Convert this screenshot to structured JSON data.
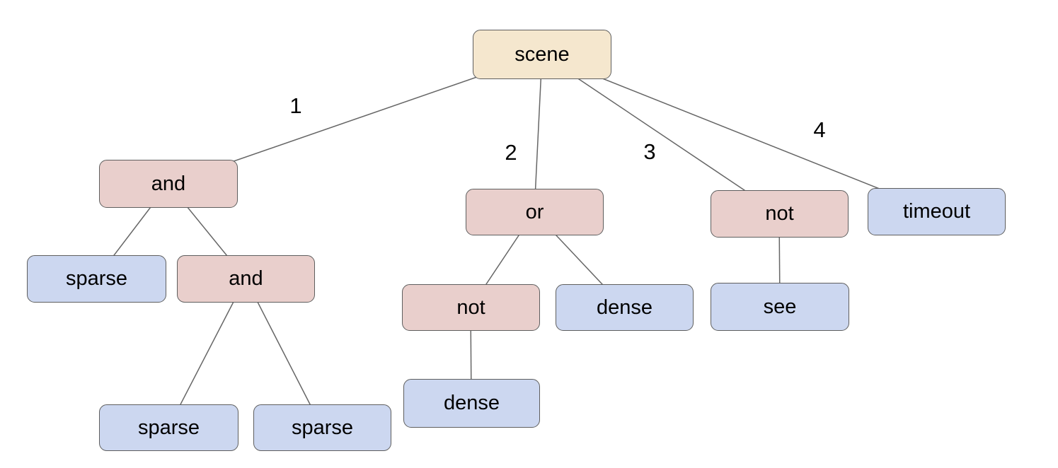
{
  "diagram": {
    "type": "tree",
    "nodes": {
      "scene": {
        "label": "scene",
        "kind": "root"
      },
      "and1": {
        "label": "and",
        "kind": "operator"
      },
      "or1": {
        "label": "or",
        "kind": "operator"
      },
      "not1": {
        "label": "not",
        "kind": "operator"
      },
      "timeout1": {
        "label": "timeout",
        "kind": "leaf"
      },
      "sparse1": {
        "label": "sparse",
        "kind": "leaf"
      },
      "and2": {
        "label": "and",
        "kind": "operator"
      },
      "not2": {
        "label": "not",
        "kind": "operator"
      },
      "dense1": {
        "label": "dense",
        "kind": "leaf"
      },
      "see1": {
        "label": "see",
        "kind": "leaf"
      },
      "sparse2": {
        "label": "sparse",
        "kind": "leaf"
      },
      "sparse3": {
        "label": "sparse",
        "kind": "leaf"
      },
      "dense2": {
        "label": "dense",
        "kind": "leaf"
      }
    },
    "edges": [
      {
        "from": "scene",
        "to": "and1",
        "label": "1"
      },
      {
        "from": "scene",
        "to": "or1",
        "label": "2"
      },
      {
        "from": "scene",
        "to": "not1",
        "label": "3"
      },
      {
        "from": "scene",
        "to": "timeout1",
        "label": "4"
      },
      {
        "from": "and1",
        "to": "sparse1",
        "label": ""
      },
      {
        "from": "and1",
        "to": "and2",
        "label": ""
      },
      {
        "from": "and2",
        "to": "sparse2",
        "label": ""
      },
      {
        "from": "and2",
        "to": "sparse3",
        "label": ""
      },
      {
        "from": "or1",
        "to": "not2",
        "label": ""
      },
      {
        "from": "or1",
        "to": "dense1",
        "label": ""
      },
      {
        "from": "not2",
        "to": "dense2",
        "label": ""
      },
      {
        "from": "not1",
        "to": "see1",
        "label": ""
      }
    ],
    "colors": {
      "background": "#ffffff",
      "root_fill": "#f5e7ce",
      "operator_fill": "#e9cfcc",
      "leaf_fill": "#ccd7f0",
      "node_border": "#5e5e5e",
      "edge_line": "#666666",
      "label_text": "#000000"
    }
  }
}
